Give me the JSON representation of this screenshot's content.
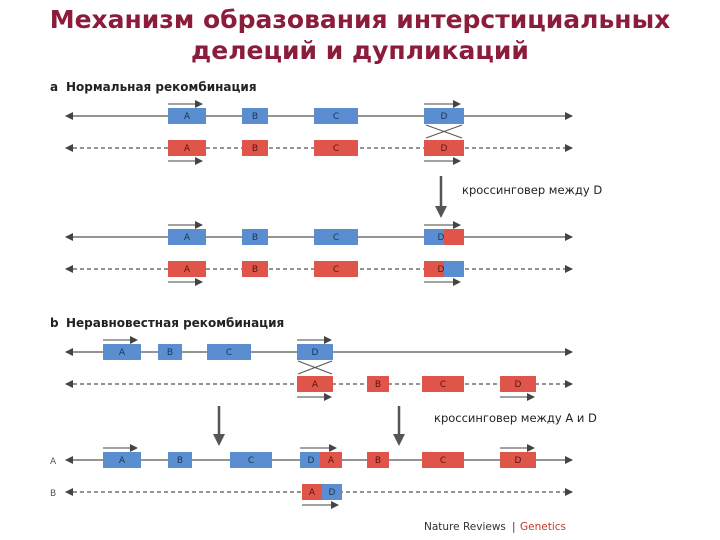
{
  "title": {
    "line1": "Механизм образования интерстициальных",
    "line2": "делеций и дупликаций"
  },
  "panel_a": {
    "letter": "a",
    "label": "Нормальная рекомбинация",
    "crossover_label": "кроссинговер между D"
  },
  "panel_b": {
    "letter": "b",
    "label": "Неравновестная рекомбинация",
    "crossover_label": "кроссинговер между A и D"
  },
  "genes": {
    "a": "A",
    "b": "B",
    "c": "C",
    "d": "D"
  },
  "side_labels": {
    "a": "A",
    "b": "B"
  },
  "credit": {
    "source": "Nature Reviews",
    "separator": "|",
    "journal": "Genetics"
  },
  "colors": {
    "blue": "#5b8ed1",
    "red": "#e0554a",
    "title": "#8b1c3a"
  }
}
